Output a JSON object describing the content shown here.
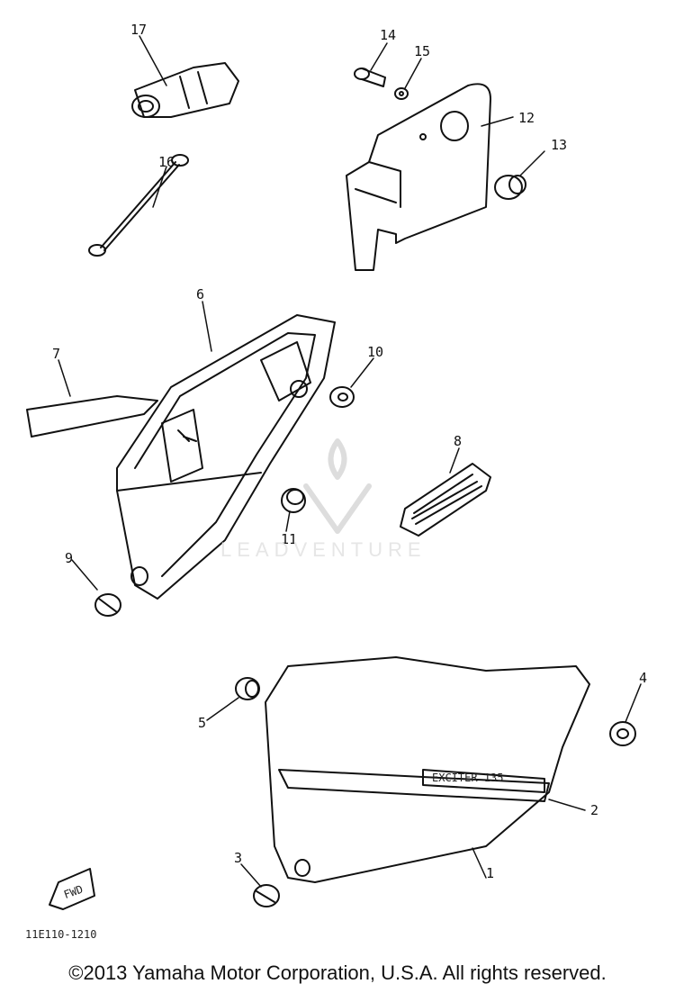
{
  "diagram": {
    "callouts": [
      "1",
      "2",
      "3",
      "4",
      "5",
      "6",
      "7",
      "8",
      "9",
      "10",
      "11",
      "12",
      "13",
      "14",
      "15",
      "16",
      "17"
    ],
    "fwd_label": "FWD",
    "model_code": "11E110-1210",
    "emblem_text": "EXCITER 135",
    "watermark": "LEADVENTURE"
  },
  "footer": {
    "copyright": "©2013 Yamaha Motor Corporation, U.S.A. All rights reserved."
  }
}
